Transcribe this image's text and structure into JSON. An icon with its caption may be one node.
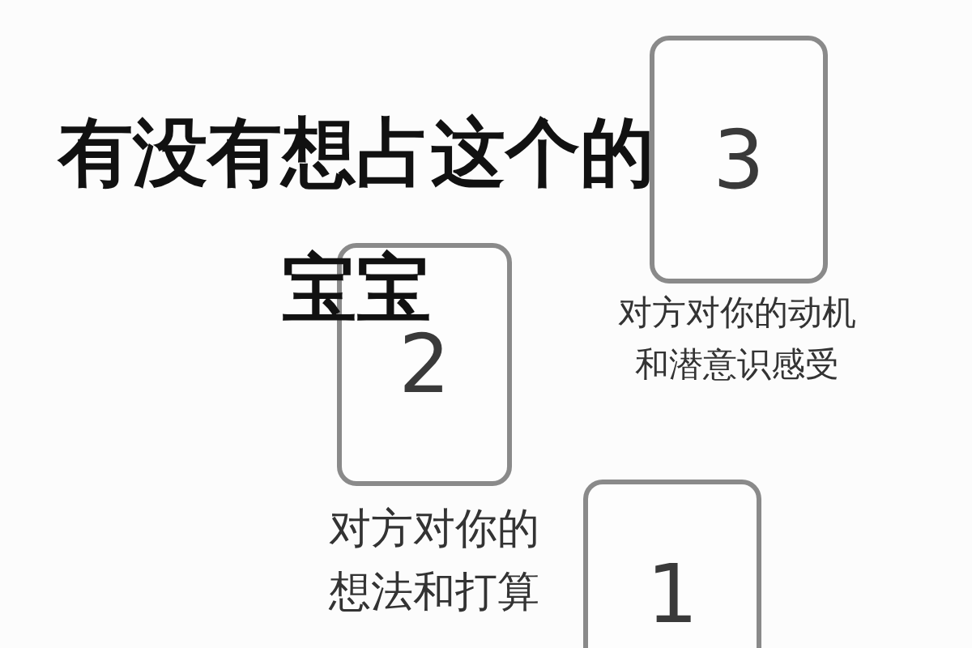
{
  "diagram": {
    "title": "有没有想占这个的宝宝",
    "nodes": [
      {
        "text": [
          "3"
        ],
        "beside": [
          "对方对你的动机和潜意识感受"
        ]
      },
      {
        "text": [
          "2"
        ],
        "beside": [
          "对方对你的想法和打算"
        ]
      },
      {
        "text": [
          "1"
        ]
      }
    ]
  }
}
